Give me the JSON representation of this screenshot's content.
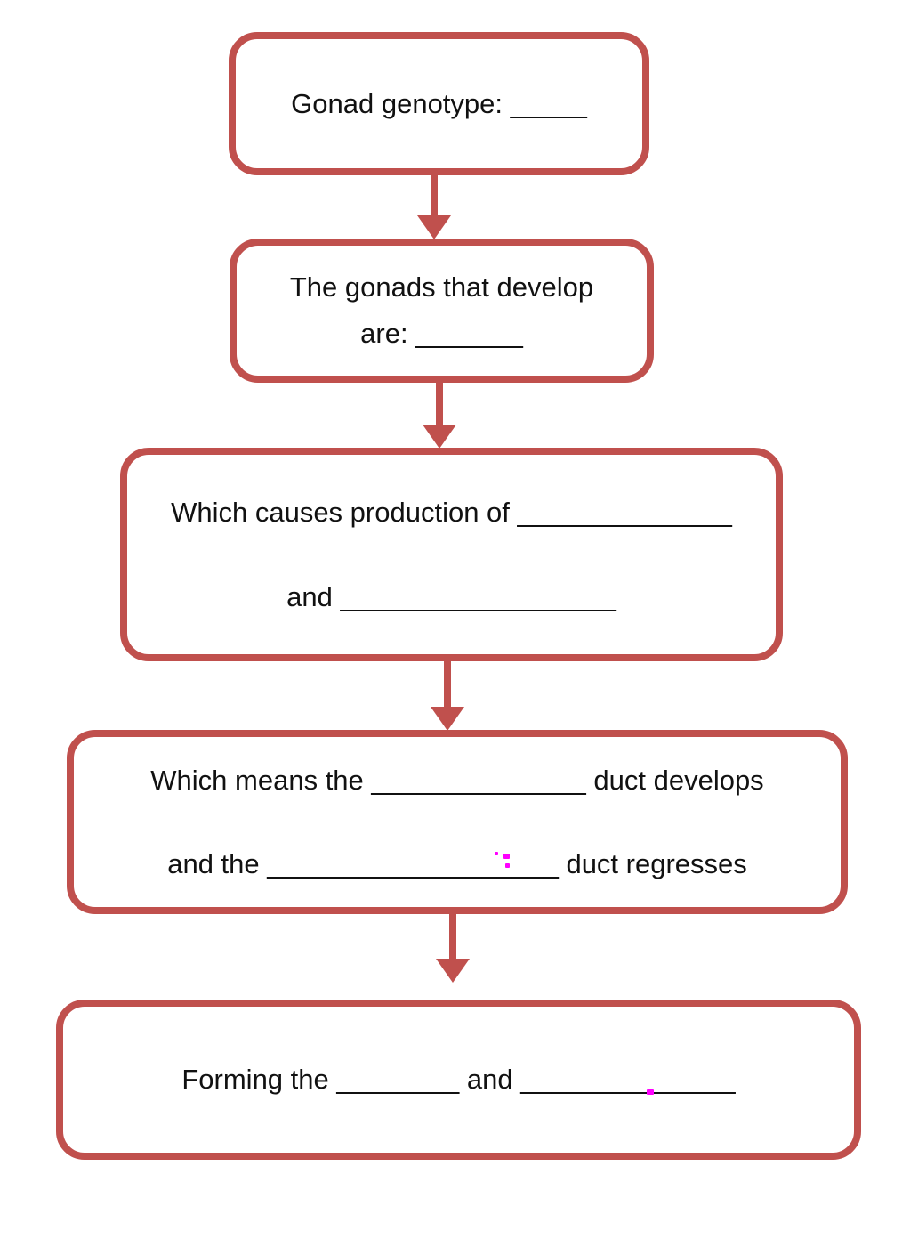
{
  "colors": {
    "box_border": "#c0504d",
    "arrow": "#c0504d",
    "text": "#111111",
    "stray_mark": "#ff00ff",
    "background": "#ffffff"
  },
  "flowchart": {
    "title": "Gonad development fill-in-the-blank flowchart",
    "boxes": [
      {
        "id": "genotype",
        "lines": [
          "Gonad genotype: _____"
        ]
      },
      {
        "id": "gonads",
        "lines": [
          "The gonads that develop",
          "are: _______"
        ]
      },
      {
        "id": "production",
        "lines": [
          "Which causes production of ______________",
          "and __________________"
        ]
      },
      {
        "id": "ducts",
        "lines": [
          "Which means the ______________ duct develops",
          "and the ___________________ duct regresses"
        ]
      },
      {
        "id": "forming",
        "lines": [
          "Forming the ________ and ______________"
        ]
      }
    ],
    "connectors": [
      {
        "from": "genotype",
        "to": "gonads"
      },
      {
        "from": "gonads",
        "to": "production"
      },
      {
        "from": "production",
        "to": "ducts"
      },
      {
        "from": "ducts",
        "to": "forming"
      }
    ]
  }
}
